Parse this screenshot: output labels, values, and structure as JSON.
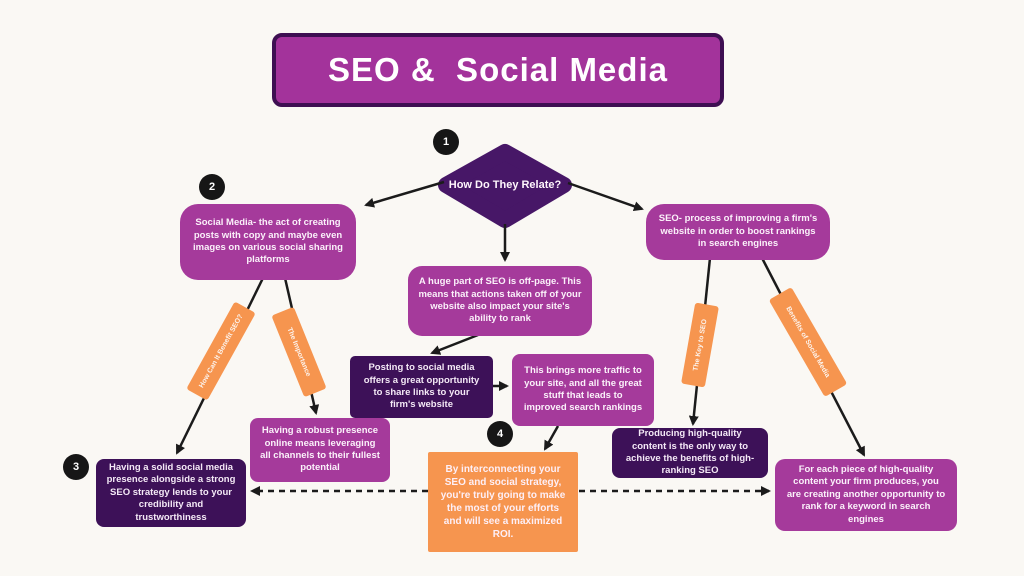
{
  "title": "SEO &  Social Media",
  "diamond": {
    "label": "How Do They Relate?"
  },
  "badges": {
    "b1": "1",
    "b2": "2",
    "b3": "3",
    "b4": "4"
  },
  "nodes": {
    "social_def": "Social Media-  the act of creating posts with copy and maybe even images on various social sharing platforms",
    "seo_def": "SEO- process of improving a firm's website in order to boost rankings in search engines",
    "off_page": "A huge part of SEO is off-page. This means that actions taken off of your website also impact your site's ability to rank",
    "posting": "Posting to social media offers a great opportunity to share links to your firm's website",
    "traffic": "This brings more traffic to your site, and all the great stuff that leads to improved search rankings",
    "robust": "Having a robust presence online means leveraging all channels to their fullest potential",
    "credibility": "Having a solid social media presence alongside a strong SEO strategy lends to your credibility and trustworthiness",
    "roi": "By interconnecting your SEO and social strategy, you're truly going to make the most of your efforts and will see a maximized ROI.",
    "quality": "Producing high-quality content is the only way to achieve the benefits of high-ranking SEO",
    "keyword": "For each piece of high-quality content your firm produces, you are creating another opportunity to rank for a keyword in search engines"
  },
  "connector_labels": {
    "benefit_seo": "How Can It Benefit SEO?",
    "importance": "The Importance",
    "key_to_seo": "The Key to SEO",
    "benefits_social": "Benefits of Social Media"
  },
  "colors": {
    "background": "#FAF8F4",
    "magenta": "#A53A9B",
    "dark_purple": "#3D1158",
    "diamond_purple": "#471767",
    "orange": "#F6954F",
    "title_border": "#3E0F52",
    "badge_black": "#161616",
    "arrow": "#1B1B1B",
    "text": "#FFFFFF"
  }
}
